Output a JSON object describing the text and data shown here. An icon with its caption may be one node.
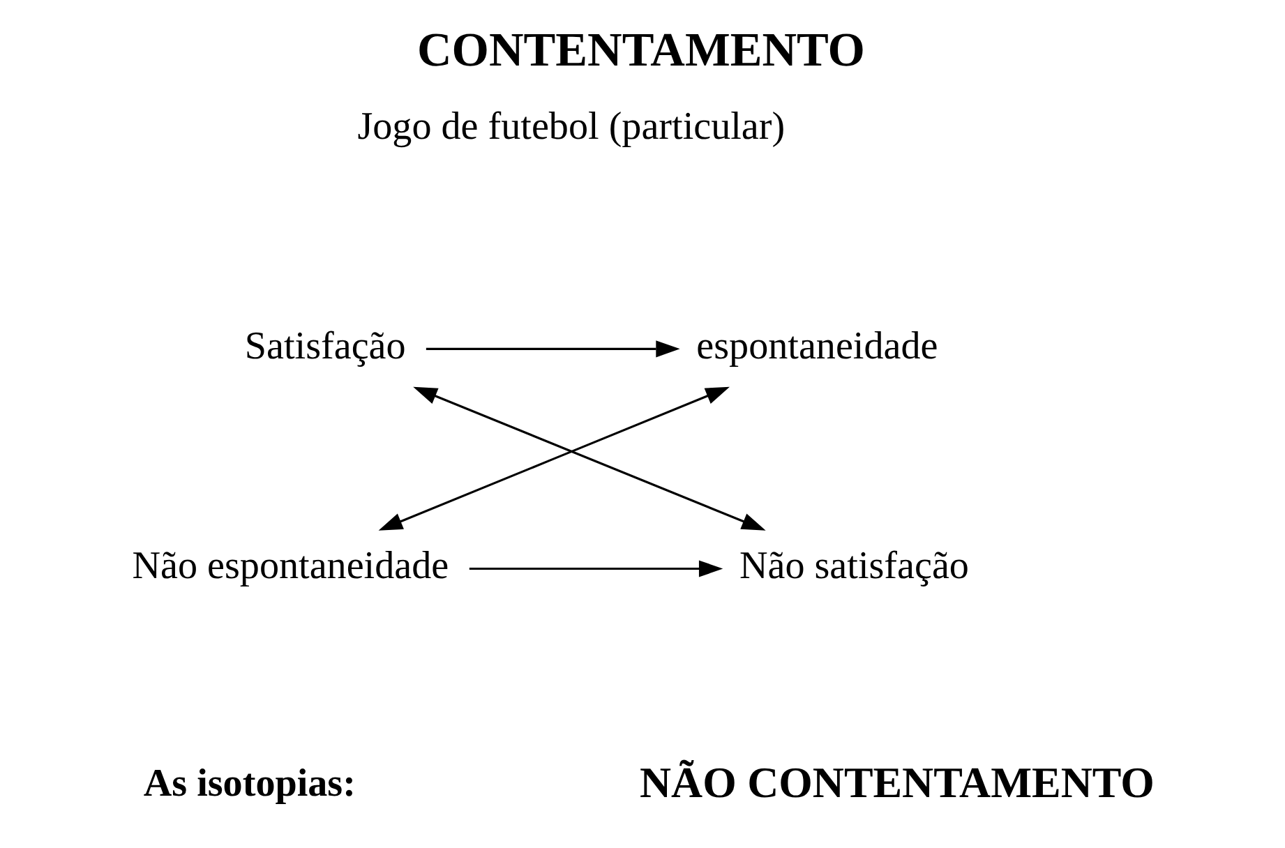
{
  "diagram": {
    "title": "CONTENTAMENTO",
    "nodes": [
      {
        "text": [
          "Satisfação"
        ]
      },
      {
        "text": [
          "espontaneidade"
        ]
      },
      {
        "text": [
          "Não espontaneidade"
        ]
      },
      {
        "text": [
          "Não satisfação"
        ]
      }
    ],
    "edges": [
      {
        "from": 0,
        "to": 1,
        "arrow": "to"
      },
      {
        "from": 0,
        "to": 3,
        "arrow": "both"
      },
      {
        "from": 1,
        "to": 2,
        "arrow": "both"
      },
      {
        "from": 2,
        "to": 3,
        "arrow": "to"
      }
    ],
    "labels": [
      "Jogo de futebol (particular)",
      "As isotopias:",
      "NÃO CONTENTAMENTO"
    ]
  }
}
